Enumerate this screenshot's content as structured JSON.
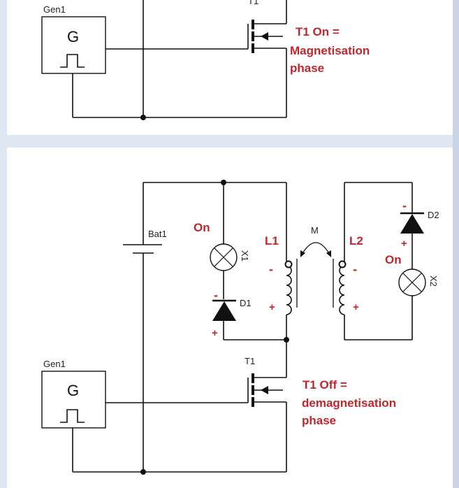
{
  "colors": {
    "annotation": "#c0272d",
    "wire": "#111111",
    "background": "#dfe7f3",
    "panel": "#ffffff"
  },
  "top": {
    "gen_label": "Gen1",
    "gen_symbol": "G",
    "t1_label": "T1",
    "state_line1": "T1 On =",
    "state_line2": "Magnetisation",
    "state_line3": "phase"
  },
  "bottom": {
    "bat_label": "Bat1",
    "lamp1_label": "X1",
    "lamp1_state": "On",
    "diode1_label": "D1",
    "diode1_minus": "-",
    "diode1_plus": "+",
    "l1_label": "L1",
    "l1_minus": "-",
    "l1_plus": "+",
    "m_label": "M",
    "l2_label": "L2",
    "l2_minus": "-",
    "l2_plus": "+",
    "diode2_label": "D2",
    "diode2_minus": "-",
    "diode2_plus": "+",
    "lamp2_label": "X2",
    "lamp2_state": "On",
    "gen_label": "Gen1",
    "gen_symbol": "G",
    "t1_label": "T1",
    "state_line1": "T1 Off =",
    "state_line2": "demagnetisation",
    "state_line3": "phase"
  }
}
